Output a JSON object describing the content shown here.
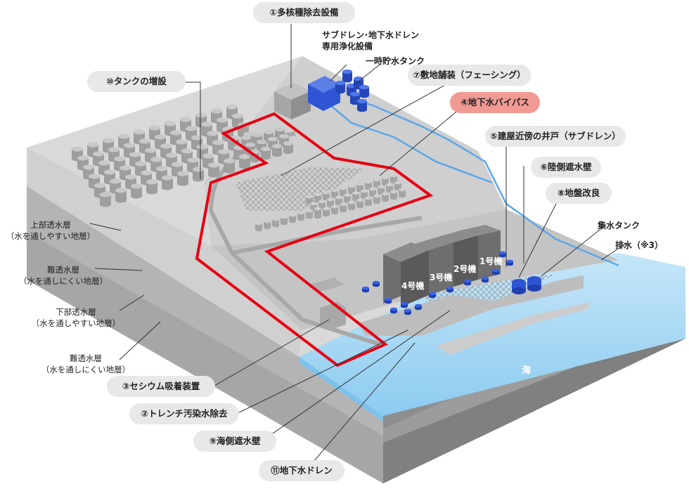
{
  "callouts": {
    "multi_nuclide": "①多核種除去設備",
    "trench_removal": "②トレンチ汚染水除去",
    "cesium": "③セシウム吸着装置",
    "groundwater_bypass": "④地下水バイパス",
    "subdrain": "⑤建屋近傍の井戸（サブドレン）",
    "land_wall": "⑥陸側遮水壁",
    "paving": "⑦敷地舗装（フェーシング）",
    "ground_improvement": "⑧地盤改良",
    "sea_wall": "⑨海側遮水壁",
    "tank_expansion": "⑩タンクの増設",
    "groundwater_drain": "⑪地下水ドレン"
  },
  "notes": {
    "purification_line1": "サブドレン･地下水ドレン",
    "purification_line2": "専用浄化設備",
    "temp_tank": "一時貯水タンク",
    "collection_tank": "集水タンク",
    "drainage": "排水（※3）"
  },
  "layers": {
    "upper_permeable_1": "上部透水層",
    "upper_permeable_2": "（水を通しやすい地層）",
    "impermeable_a_1": "難透水層",
    "impermeable_a_2": "（水を通しにくい地層）",
    "lower_permeable_1": "下部透水層",
    "lower_permeable_2": "（水を通しやすい地層）",
    "impermeable_b_1": "難透水層",
    "impermeable_b_2": "（水を通しにくい地層）"
  },
  "units": {
    "u1": "1号機",
    "u2": "2号機",
    "u3": "3号機",
    "u4": "4号機"
  },
  "sea_label": "海",
  "colors": {
    "highlight_callout": "#f19a93",
    "callout_bg": "#e8e8e8",
    "ground_top": "#d6d6d6",
    "sea": "#9fd3f2",
    "water_line": "#58a6e8",
    "wall_red": "#e60012",
    "blue_equipment": "#2f55d4"
  }
}
